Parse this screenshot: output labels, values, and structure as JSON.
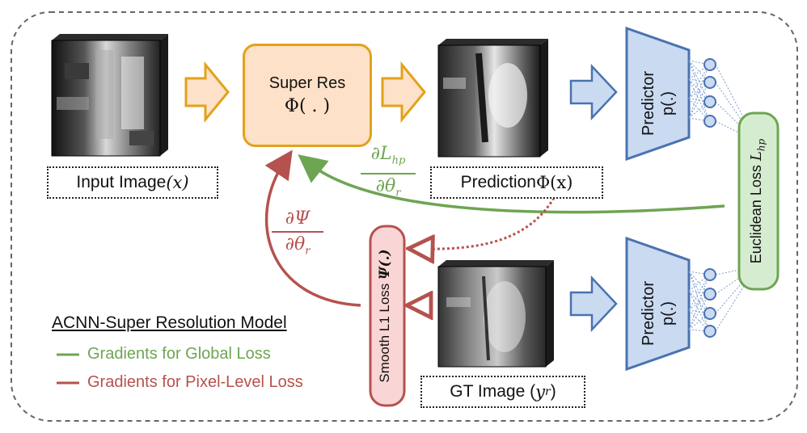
{
  "nodes": {
    "super_res": {
      "title": "Super Res",
      "func": "Φ( . )"
    },
    "input_label": {
      "text": "Input Image ",
      "math": "(x)"
    },
    "prediction_label": {
      "text": "Prediction ",
      "math": "Φ(x)"
    },
    "gt_label": {
      "text": "GT Image ( ",
      "math": "y",
      "sub": "r",
      "close": " )"
    },
    "predictor_top": {
      "line1": "Predictor",
      "line2": "p(.)"
    },
    "predictor_bottom": {
      "line1": "Predictor",
      "line2": "p(.)"
    },
    "euclidean_loss": {
      "text": "Euclidean Loss ",
      "math": "L",
      "sub": "hp"
    },
    "smooth_l1_loss": {
      "text": "Smooth L1 Loss ",
      "math": "Ψ(.)"
    }
  },
  "gradients": {
    "global": {
      "numerator": "∂L",
      "num_sub": "hp",
      "denominator": "∂θ",
      "den_sub": "r"
    },
    "pixel": {
      "numerator": "∂Ψ",
      "denominator": "∂θ",
      "den_sub": "r"
    }
  },
  "legend": {
    "title": "ACNN-Super Resolution Model",
    "items": [
      {
        "label": "Gradients for Global Loss",
        "color": "#6ea553"
      },
      {
        "label": "Gradients for Pixel-Level Loss",
        "color": "#b5524e"
      }
    ]
  },
  "colors": {
    "orange_arrow_fill": "#fde1c8",
    "orange_border": "#e2a21a",
    "blue_fill": "#c9daf1",
    "blue_border": "#4a72b0",
    "green": "#6ea553",
    "red": "#b5524e",
    "red_fill": "#f9d6d5",
    "green_fill": "#d6ecd0"
  }
}
